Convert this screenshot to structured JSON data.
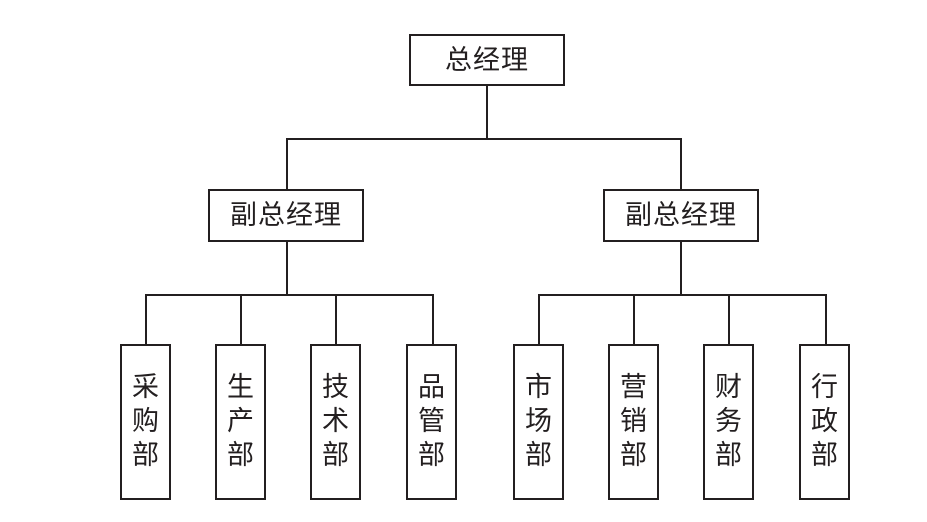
{
  "general_manager": {
    "label": "总经理"
  },
  "deputy_managers": [
    {
      "label": "副总经理",
      "departments": [
        "采购部",
        "生产部",
        "技术部",
        "品管部"
      ]
    },
    {
      "label": "副总经理",
      "departments": [
        "市场部",
        "营销部",
        "财务部",
        "行政部"
      ]
    }
  ],
  "colors": {
    "line": "#231f20",
    "text": "#231f20",
    "background": "#ffffff"
  }
}
